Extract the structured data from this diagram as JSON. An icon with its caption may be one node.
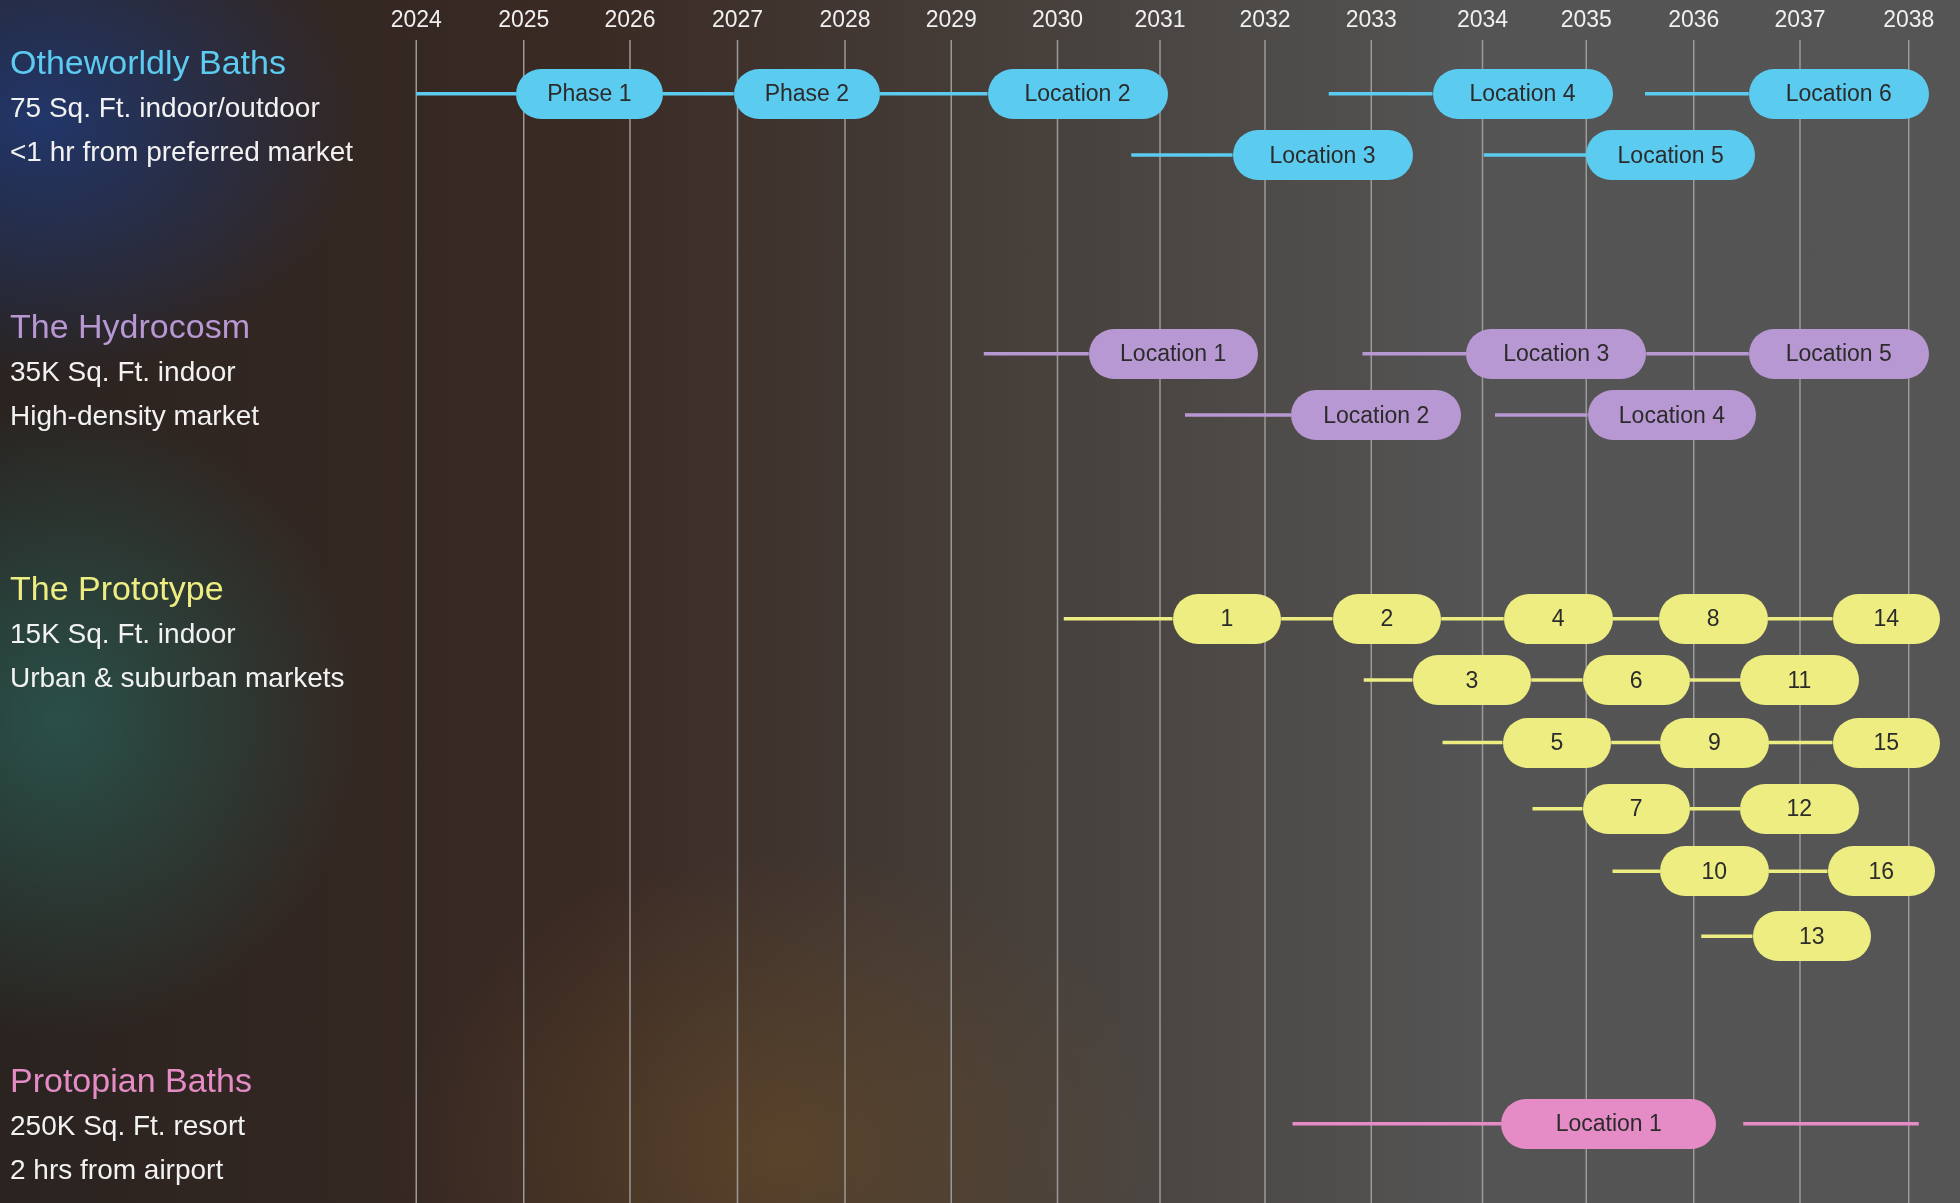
{
  "diagram": {
    "nodes": [
      {
        "text": [
          "Phase 1"
        ]
      },
      {
        "text": [
          "Phase 2"
        ]
      },
      {
        "text": [
          "Location 2"
        ]
      },
      {
        "text": [
          "Location 4"
        ]
      },
      {
        "text": [
          "Location 6"
        ]
      },
      {
        "text": [
          "Location 3"
        ]
      },
      {
        "text": [
          "Location 5"
        ]
      },
      {
        "text": [
          "Location 1"
        ]
      },
      {
        "text": [
          "Location 3"
        ]
      },
      {
        "text": [
          "Location 5"
        ]
      },
      {
        "text": [
          "Location 2"
        ]
      },
      {
        "text": [
          "Location 4"
        ]
      },
      {
        "text": [
          "1"
        ]
      },
      {
        "text": [
          "2"
        ]
      },
      {
        "text": [
          "4"
        ]
      },
      {
        "text": [
          "8"
        ]
      },
      {
        "text": [
          "14"
        ]
      },
      {
        "text": [
          "3"
        ]
      },
      {
        "text": [
          "6"
        ]
      },
      {
        "text": [
          "11"
        ]
      },
      {
        "text": [
          "5"
        ]
      },
      {
        "text": [
          "9"
        ]
      },
      {
        "text": [
          "15"
        ]
      },
      {
        "text": [
          "7"
        ]
      },
      {
        "text": [
          "12"
        ]
      },
      {
        "text": [
          "10"
        ]
      },
      {
        "text": [
          "16"
        ]
      },
      {
        "text": [
          "13"
        ]
      },
      {
        "text": [
          "Location 1"
        ]
      }
    ],
    "edges": [
      {
        "from": null,
        "to": 0,
        "arrow": "none",
        "color": "#5ccbf0"
      },
      {
        "from": 0,
        "to": 1,
        "arrow": "none",
        "color": "#5ccbf0"
      },
      {
        "from": 1,
        "to": 2,
        "arrow": "none",
        "color": "#5ccbf0"
      },
      {
        "from": null,
        "to": 3,
        "arrow": "none",
        "color": "#5ccbf0"
      },
      {
        "from": null,
        "to": 4,
        "arrow": "none",
        "color": "#5ccbf0"
      },
      {
        "from": null,
        "to": 5,
        "arrow": "none",
        "color": "#5ccbf0"
      },
      {
        "from": null,
        "to": 6,
        "arrow": "none",
        "color": "#5ccbf0"
      },
      {
        "from": null,
        "to": 7,
        "arrow": "none",
        "color": "#b898d2"
      },
      {
        "from": null,
        "to": 8,
        "arrow": "none",
        "color": "#b898d2"
      },
      {
        "from": 8,
        "to": 9,
        "arrow": "none",
        "color": "#b898d2"
      },
      {
        "from": null,
        "to": 10,
        "arrow": "none",
        "color": "#b898d2"
      },
      {
        "from": null,
        "to": 11,
        "arrow": "none",
        "color": "#b898d2"
      },
      {
        "from": null,
        "to": 12,
        "arrow": "none"
      },
      {
        "from": 12,
        "to": 13,
        "arrow": "none"
      },
      {
        "from": 13,
        "to": 14,
        "arrow": "none"
      },
      {
        "from": 14,
        "to": 15,
        "arrow": "none"
      },
      {
        "from": 15,
        "to": 16,
        "arrow": "none"
      },
      {
        "from": null,
        "to": 17,
        "arrow": "none"
      },
      {
        "from": 17,
        "to": 18,
        "arrow": "none"
      },
      {
        "from": 18,
        "to": 19,
        "arrow": "none"
      },
      {
        "from": null,
        "to": 20,
        "arrow": "none"
      },
      {
        "from": 20,
        "to": 21,
        "arrow": "none"
      },
      {
        "from": 21,
        "to": 22,
        "arrow": "none"
      },
      {
        "from": null,
        "to": 23,
        "arrow": "none"
      },
      {
        "from": 23,
        "to": 24,
        "arrow": "none"
      },
      {
        "from": null,
        "to": 25,
        "arrow": "none"
      },
      {
        "from": 25,
        "to": 26,
        "arrow": "none"
      },
      {
        "from": null,
        "to": 27,
        "arrow": "none"
      },
      {
        "from": null,
        "to": 28,
        "arrow": "none",
        "color": "#e58cc6"
      },
      {
        "from": 28,
        "to": null,
        "arrow": "none",
        "color": "#e58cc6"
      }
    ],
    "labels": [
      "2024",
      "2025",
      "2026",
      "2027",
      "2028",
      "2029",
      "2030",
      "2031",
      "2032",
      "2033",
      "2034",
      "2035",
      "2036",
      "2037",
      "2038",
      "Otheworldly Baths",
      "75 Sq. Ft. indoor/outdoor",
      "<1 hr from preferred market",
      "The Hydrocosm",
      "35K Sq. Ft. indoor",
      "High-density market",
      "The Prototype",
      "15K Sq. Ft. indoor",
      "Urban & suburban markets",
      "Protopian Baths",
      "250K Sq. Ft. resort",
      "2 hrs from airport"
    ]
  }
}
